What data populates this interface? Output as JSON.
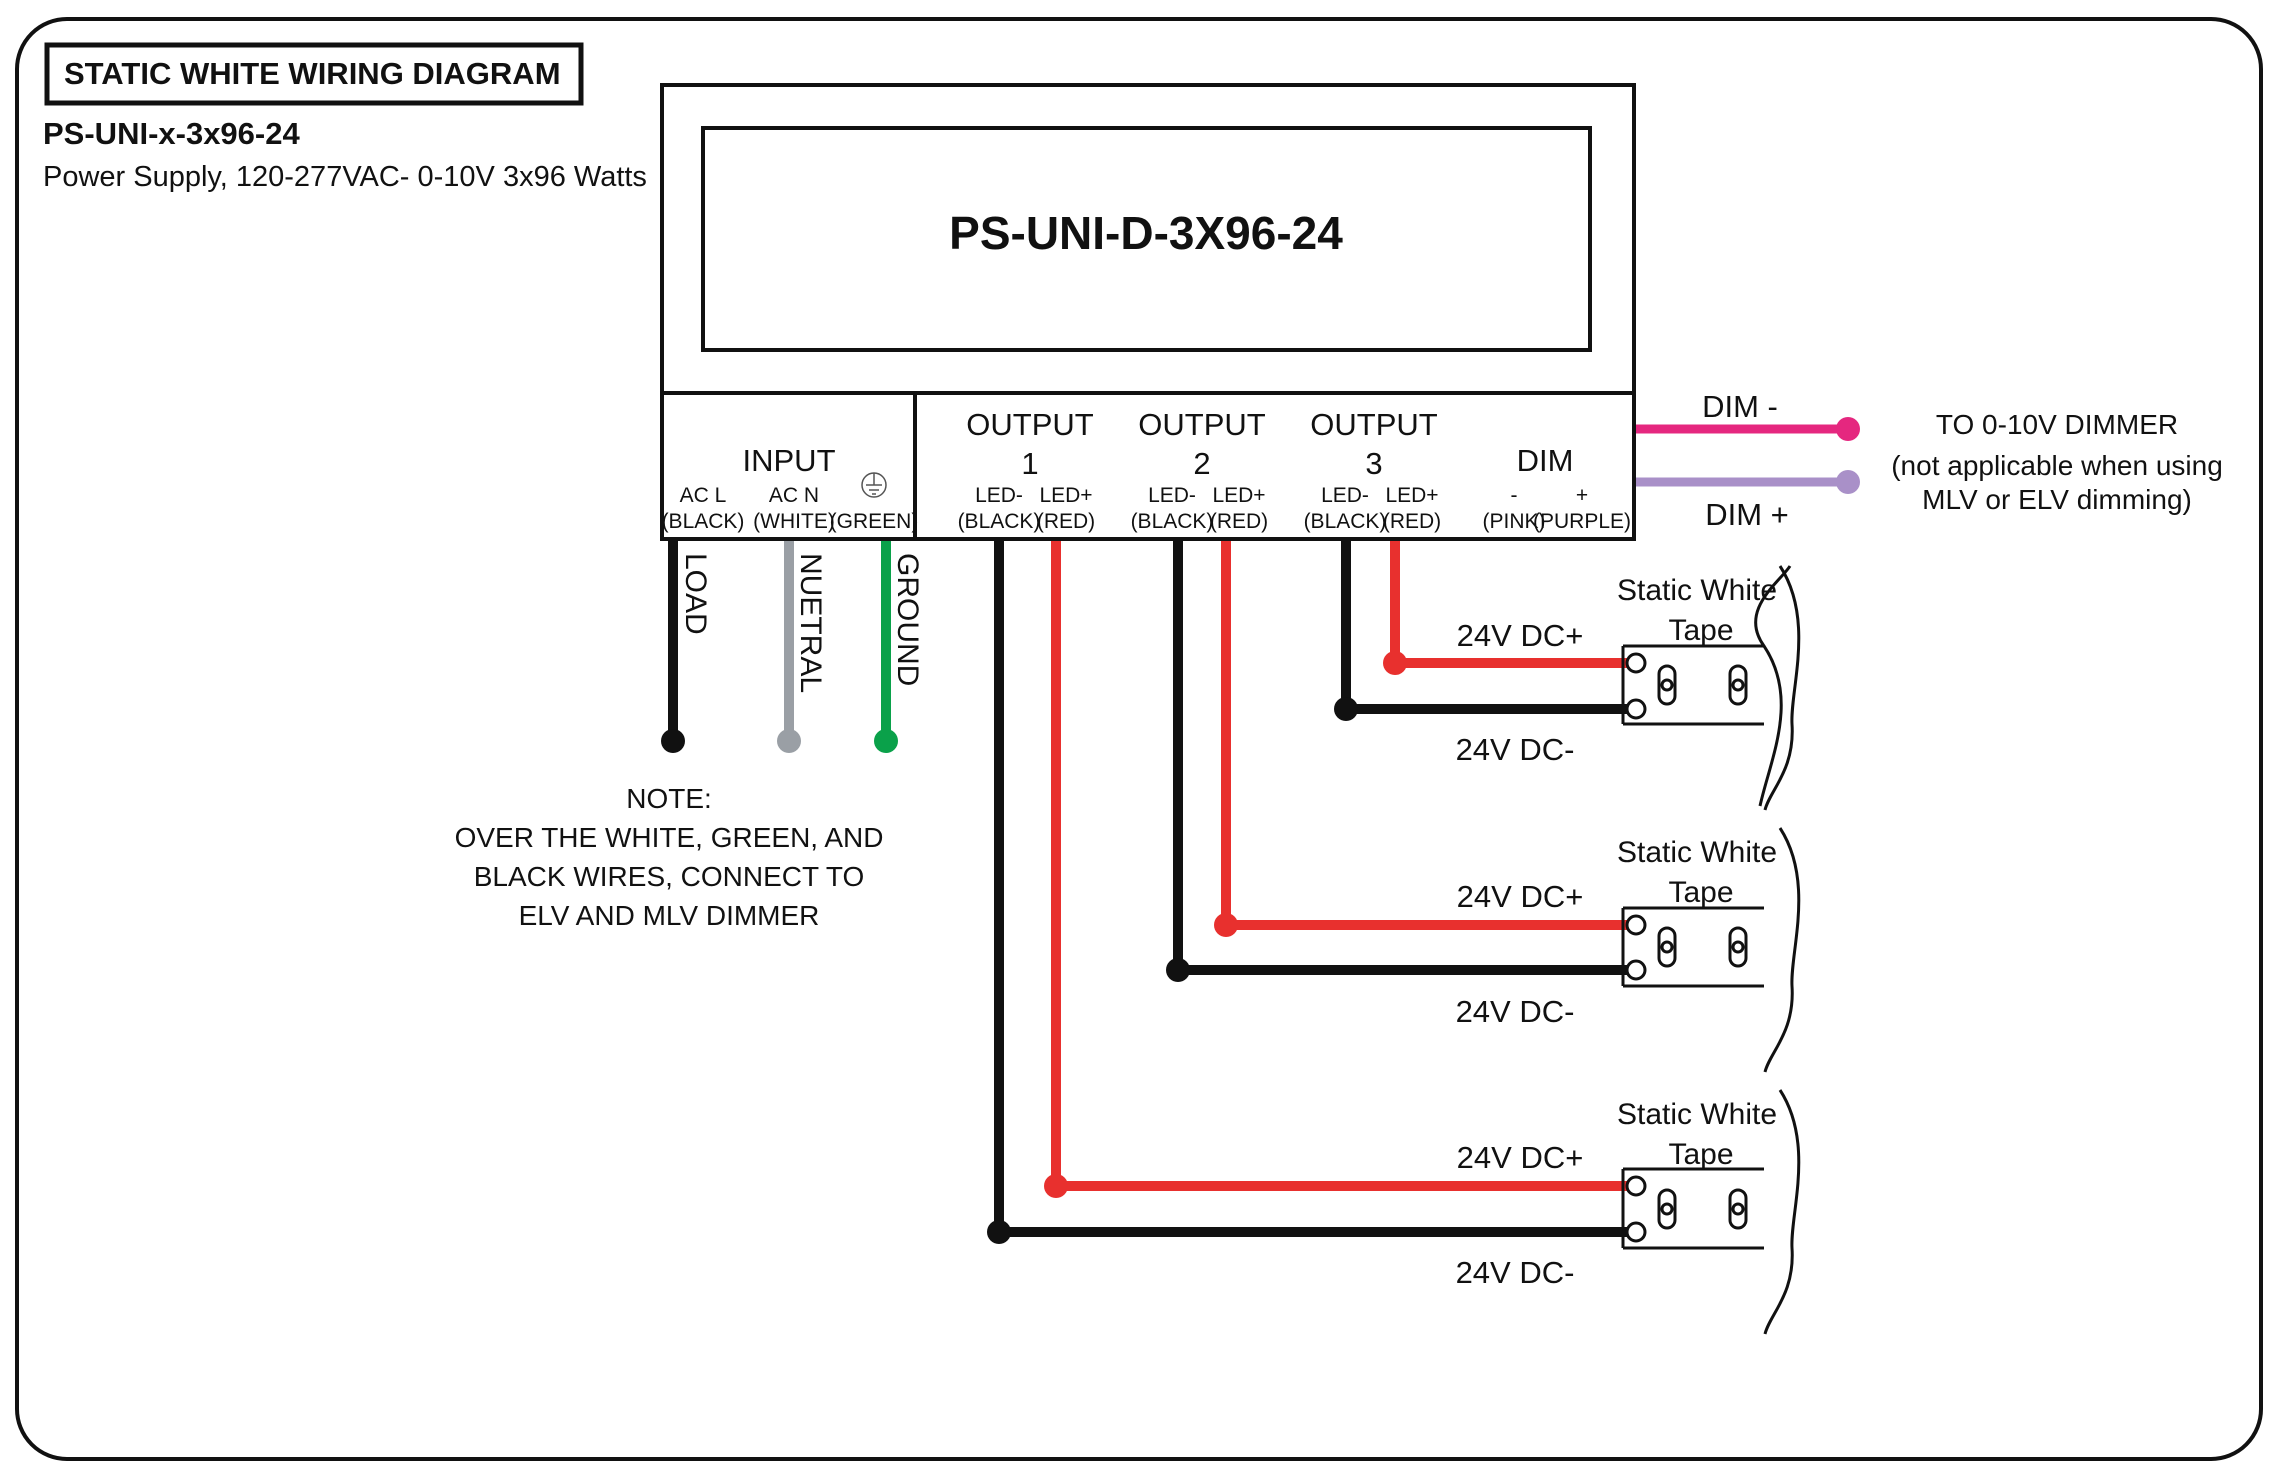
{
  "header": {
    "title": "STATIC WHITE WIRING DIAGRAM",
    "model": "PS-UNI-x-3x96-24",
    "description": "Power Supply, 120-277VAC- 0-10V 3x96 Watts"
  },
  "device": {
    "label": "PS-UNI-D-3X96-24",
    "input": {
      "title": "INPUT",
      "acl": "AC L",
      "acl_color": "(BLACK)",
      "acn": "AC N",
      "acn_color": "(WHITE)",
      "ground_color": "(GREEN)"
    },
    "outputs": [
      {
        "title": "OUTPUT",
        "num": "1",
        "neg": "LED-",
        "neg_color": "(BLACK)",
        "pos": "LED+",
        "pos_color": "(RED)"
      },
      {
        "title": "OUTPUT",
        "num": "2",
        "neg": "LED-",
        "neg_color": "(BLACK)",
        "pos": "LED+",
        "pos_color": "(RED)"
      },
      {
        "title": "OUTPUT",
        "num": "3",
        "neg": "LED-",
        "neg_color": "(BLACK)",
        "pos": "LED+",
        "pos_color": "(RED)"
      }
    ],
    "dim": {
      "title": "DIM",
      "neg": "-",
      "neg_color": "(PINK)",
      "pos": "+",
      "pos_color": "(PURPLE)"
    }
  },
  "input_wires": {
    "load": "LOAD",
    "neutral": "NUETRAL",
    "ground": "GROUND"
  },
  "dim_wires": {
    "neg": "DIM -",
    "pos": "DIM +",
    "target_line1": "TO 0-10V DIMMER",
    "target_line2": "(not applicable when using",
    "target_line3": "MLV or ELV dimming)"
  },
  "note": {
    "line1": "NOTE:",
    "line2": "OVER THE WHITE, GREEN, AND",
    "line3": "BLACK WIRES, CONNECT TO",
    "line4": "ELV AND MLV DIMMER"
  },
  "tapes": [
    {
      "line1": "Static White",
      "line2": "Tape",
      "pos": "24V DC+",
      "neg": "24V DC-"
    },
    {
      "line1": "Static White",
      "line2": "Tape",
      "pos": "24V DC+",
      "neg": "24V DC-"
    },
    {
      "line1": "Static White",
      "line2": "Tape",
      "pos": "24V DC+",
      "neg": "24V DC-"
    }
  ],
  "colors": {
    "black": "#111111",
    "red": "#e8302e",
    "grey": "#9a9fa5",
    "green": "#0aa14a",
    "pink": "#e5277f",
    "purple": "#a990c8"
  }
}
